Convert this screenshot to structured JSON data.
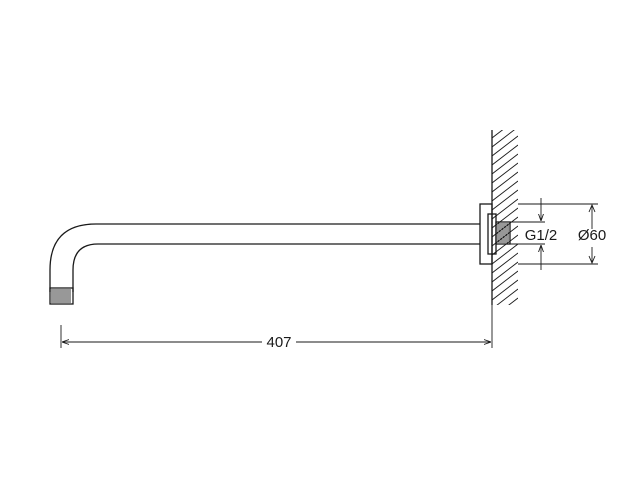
{
  "diagram": {
    "dimensions": {
      "arm_length": "407",
      "thread": "G1/2",
      "flange_diameter": "Ø60"
    },
    "colors": {
      "line": "#1a1a1a",
      "background": "#ffffff"
    }
  }
}
